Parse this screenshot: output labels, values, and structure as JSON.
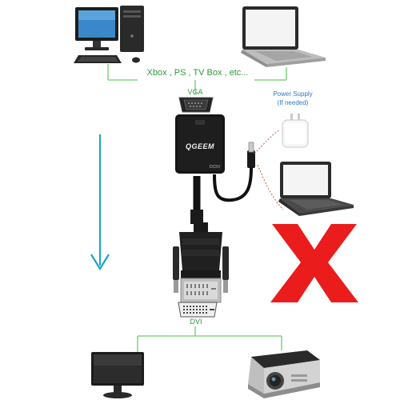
{
  "sources_label": "Xbox , PS , TV Box , etc...",
  "vga_label": "VGA",
  "power_label_line1": "Power Supply",
  "power_label_line2": "(If needed)",
  "dvi_label": "DVI",
  "adapter_brand": "QGEEM",
  "adapter_port_label": "DC5V",
  "colors": {
    "line_green": "#6ec96e",
    "text_green": "#2e9a3a",
    "power_blue": "#2f78c4",
    "arrow_teal": "#1aa4c8",
    "x_red": "#ea1c1c",
    "adapter_black": "#151515"
  },
  "icons": [
    "desktop-pc-icon",
    "laptop-icon",
    "usb-charger-icon",
    "laptop-small-icon",
    "monitor-icon",
    "projector-icon",
    "down-arrow-icon",
    "red-x-icon"
  ]
}
